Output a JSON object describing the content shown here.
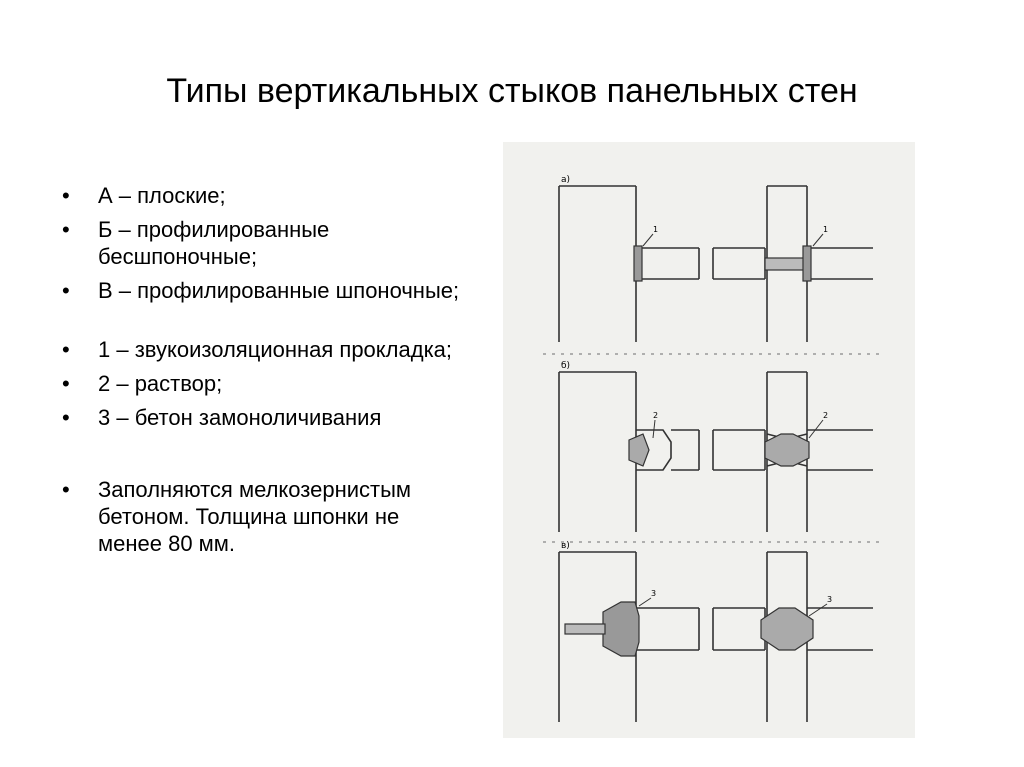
{
  "slide": {
    "title": "Типы вертикальных стыков панельных стен"
  },
  "bullets": [
    "А – плоские;",
    "Б – профилированные бесшпоночные;",
    "В – профилированные шпоночные;",
    "1 – звукоизоляционная прокладка;",
    "2 – раствор;",
    "3 – бетон замоноличивания",
    "Заполняются мелкозернистым бетоном. Толщина шпонки не менее 80 мм."
  ],
  "figure": {
    "labels": [
      "а)",
      "б)",
      "в)"
    ],
    "callouts": [
      "1",
      "1",
      "2",
      "2",
      "3",
      "3"
    ]
  }
}
